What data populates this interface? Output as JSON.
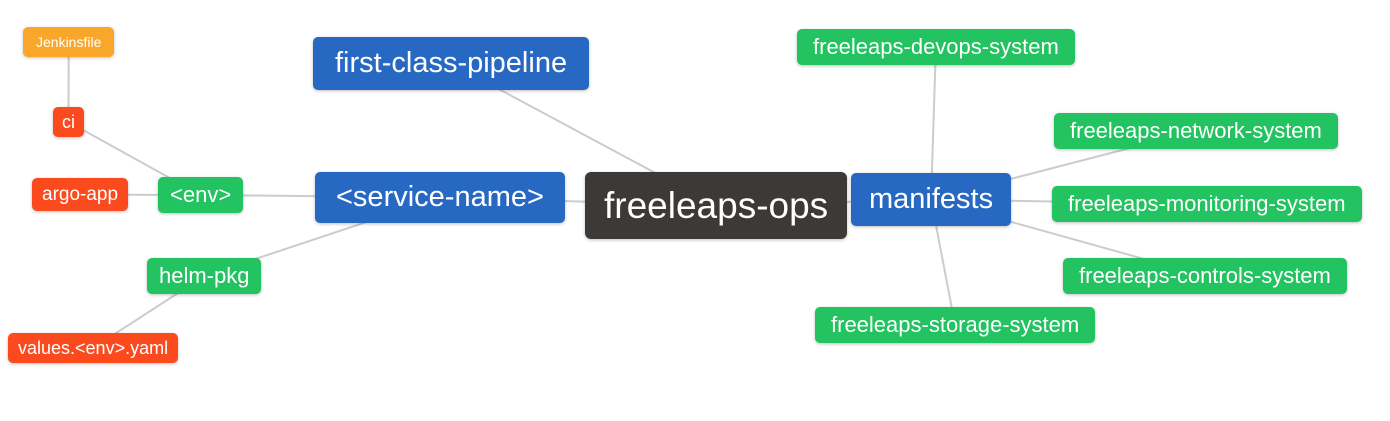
{
  "diagram": {
    "type": "mindmap",
    "root": "freeleaps-ops"
  },
  "nodes": {
    "freeleaps_ops": {
      "label": "freeleaps-ops",
      "level": 0
    },
    "first_class_pipeline": {
      "label": "first-class-pipeline",
      "level": 1
    },
    "service_name": {
      "label": "<service-name>",
      "level": 1
    },
    "manifests": {
      "label": "manifests",
      "level": 1
    },
    "env": {
      "label": "<env>",
      "level": 2
    },
    "helm_pkg": {
      "label": "helm-pkg",
      "level": 2
    },
    "devops_system": {
      "label": "freeleaps-devops-system",
      "level": 2
    },
    "network_system": {
      "label": "freeleaps-network-system",
      "level": 2
    },
    "monitoring_system": {
      "label": "freeleaps-monitoring-system",
      "level": 2
    },
    "controls_system": {
      "label": "freeleaps-controls-system",
      "level": 2
    },
    "storage_system": {
      "label": "freeleaps-storage-system",
      "level": 2
    },
    "ci": {
      "label": "ci",
      "level": 3
    },
    "argo_app": {
      "label": "argo-app",
      "level": 3
    },
    "values_env_yaml": {
      "label": "values.<env>.yaml",
      "level": 3
    },
    "jenkinsfile": {
      "label": "Jenkinsfile",
      "level": 4
    }
  },
  "edges": [
    [
      "jenkinsfile",
      "ci"
    ],
    [
      "ci",
      "env"
    ],
    [
      "argo_app",
      "env"
    ],
    [
      "env",
      "service_name"
    ],
    [
      "helm_pkg",
      "service_name"
    ],
    [
      "values_env_yaml",
      "helm_pkg"
    ],
    [
      "service_name",
      "freeleaps_ops"
    ],
    [
      "first_class_pipeline",
      "freeleaps_ops"
    ],
    [
      "freeleaps_ops",
      "manifests"
    ],
    [
      "manifests",
      "devops_system"
    ],
    [
      "manifests",
      "network_system"
    ],
    [
      "manifests",
      "monitoring_system"
    ],
    [
      "manifests",
      "controls_system"
    ],
    [
      "manifests",
      "storage_system"
    ]
  ],
  "level_colors": [
    "#3D3936",
    "#2769C2",
    "#22C360",
    "#FA4A1E",
    "#F9A72B"
  ],
  "colors": {
    "edge": "#CCCCCC",
    "background": "#FFFFFF",
    "text": "#FFFFFF"
  }
}
